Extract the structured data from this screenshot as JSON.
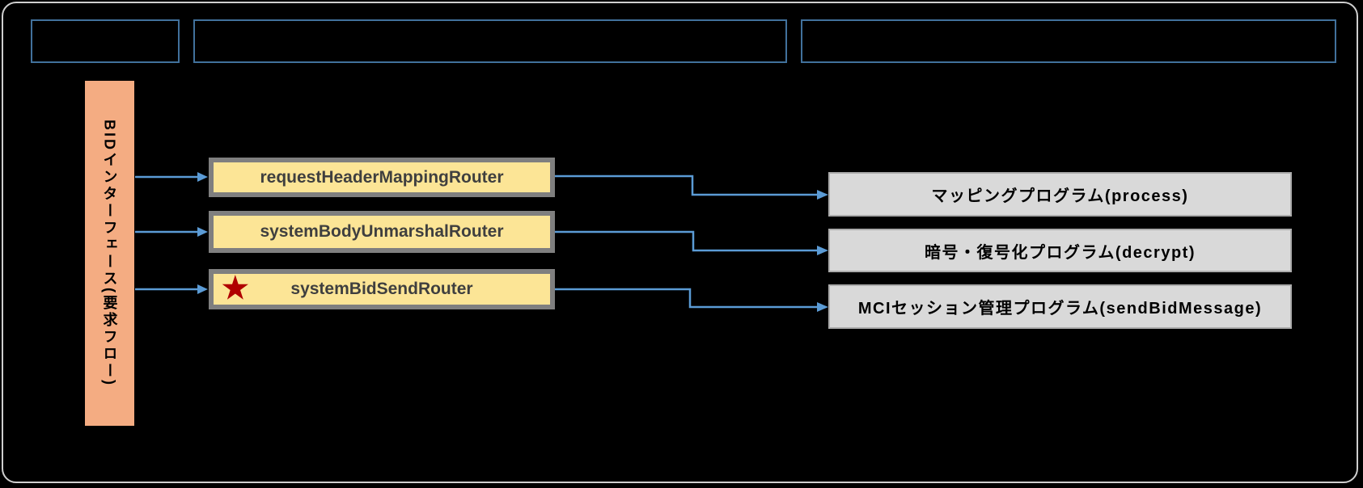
{
  "diagram": {
    "headers": [
      {
        "label": ""
      },
      {
        "label": ""
      },
      {
        "label": ""
      }
    ],
    "source": {
      "label": "BIDインターフェース(要求フロー)"
    },
    "routers": [
      {
        "label": "requestHeaderMappingRouter",
        "starred": false
      },
      {
        "label": "systemBodyUnmarshalRouter",
        "starred": false
      },
      {
        "label": "systemBidSendRouter",
        "starred": true
      }
    ],
    "programs": [
      {
        "label": "マッピングプログラム(process)"
      },
      {
        "label": "暗号・復号化プログラム(decrypt)"
      },
      {
        "label": "MCIセッション管理プログラム(sendBidMessage)"
      }
    ],
    "star_glyph": "★",
    "colors": {
      "background": "#000000",
      "frame_border": "#cfcfcf",
      "header_border": "#41719c",
      "source_fill": "#f4ac82",
      "router_fill": "#fce596",
      "router_border": "#7f7f7f",
      "router_text": "#3f3f3f",
      "program_fill": "#d9d9d9",
      "program_border": "#ababab",
      "arrow": "#5b9bd5",
      "star": "#b00000"
    }
  }
}
